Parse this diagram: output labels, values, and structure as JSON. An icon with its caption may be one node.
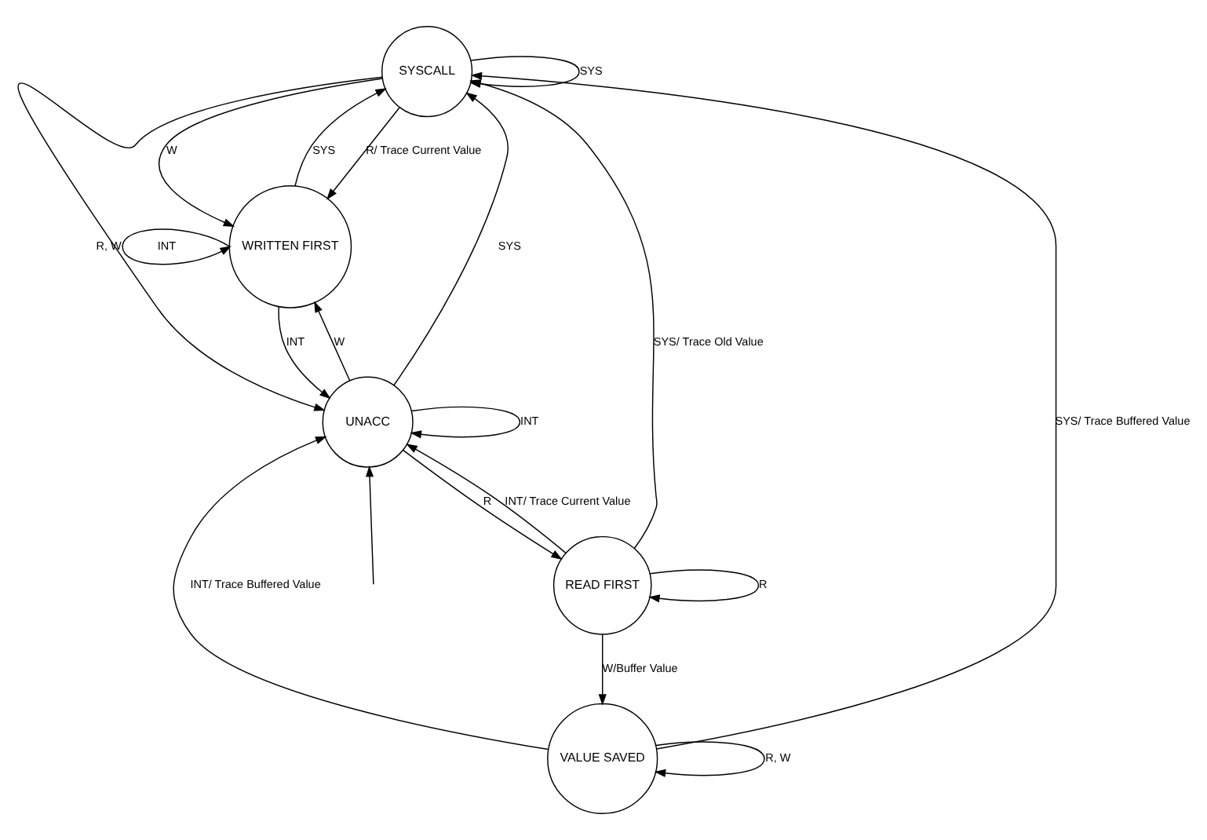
{
  "diagram": {
    "nodes": [
      {
        "text": [
          "SYSCALL"
        ]
      },
      {
        "text": [
          "READ FIRST"
        ]
      },
      {
        "text": [
          "WRITTEN FIRST"
        ]
      },
      {
        "text": [
          "VALUE SAVED"
        ]
      },
      {
        "text": [
          "UNACC"
        ]
      }
    ],
    "edges": [
      {
        "from": 0,
        "to": 0,
        "arrow": "to",
        "label": "SYS"
      },
      {
        "from": 0,
        "to": 2,
        "arrow": "to",
        "label": "R/ Trace Current Value"
      },
      {
        "from": 0,
        "to": 2,
        "arrow": "to",
        "label": "W"
      },
      {
        "from": 2,
        "to": 0,
        "arrow": "to",
        "label": "SYS"
      },
      {
        "from": 1,
        "to": 0,
        "arrow": "to",
        "label": "SYS/ Trace Old Value"
      },
      {
        "from": 3,
        "to": 0,
        "arrow": "to",
        "label": "SYS/ Trace Buffered Value"
      },
      {
        "from": 1,
        "to": 1,
        "arrow": "to",
        "label": "R"
      },
      {
        "from": 1,
        "to": 3,
        "arrow": "to",
        "label": "W/Buffer Value"
      },
      {
        "from": 3,
        "to": 3,
        "arrow": "to",
        "label": "R, W"
      },
      {
        "from": 2,
        "to": 2,
        "arrow": "to",
        "label": "R, W"
      },
      {
        "from": 4,
        "to": 0,
        "arrow": "to",
        "label": "SYS"
      },
      {
        "from": 0,
        "to": 4,
        "arrow": "to",
        "label": "INT"
      },
      {
        "from": 1,
        "to": 4,
        "arrow": "to",
        "label": "INT/ Trace Current Value"
      },
      {
        "from": 4,
        "to": 1,
        "arrow": "to",
        "label": "R"
      },
      {
        "from": 4,
        "to": 2,
        "arrow": "to",
        "label": "W"
      },
      {
        "from": 2,
        "to": 4,
        "arrow": "to",
        "label": "INT"
      },
      {
        "from": 3,
        "to": 4,
        "arrow": "to",
        "label": "INT/ Trace Buffered Value"
      },
      {
        "from": 4,
        "to": 4,
        "arrow": "to",
        "label": "INT"
      },
      {
        "from": null,
        "to": 4,
        "arrow": "to"
      }
    ]
  }
}
